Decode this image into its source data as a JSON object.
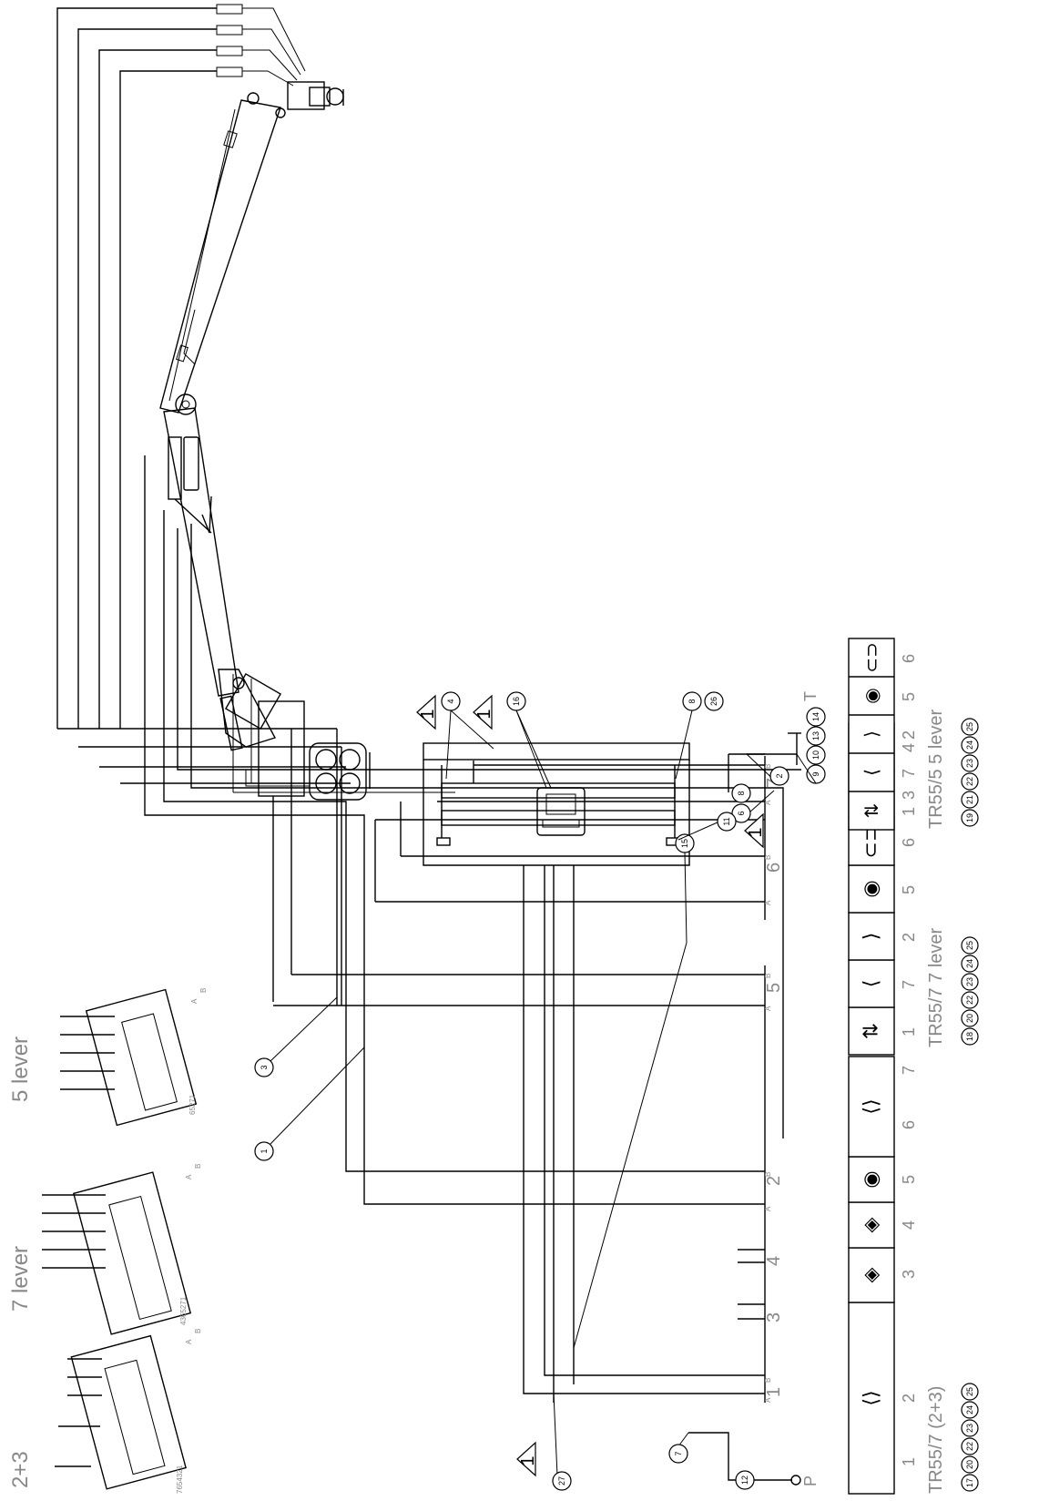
{
  "texts": {
    "lever_2_3": "2+3",
    "lever_7": "7 lever",
    "lever_5": "5 lever",
    "tr_2_3": "TR55/7 (2+3)",
    "tr_7": "TR55/7 7 lever",
    "tr_5": "TR55/5 5 lever",
    "port_p": "P",
    "port_t": "T",
    "valve_ports_2_3": "7654321",
    "valve_ports_7": "4365271",
    "valve_ports_5": "65271",
    "valve_a": "A",
    "valve_b": "B"
  },
  "section_numbers": [
    "1",
    "2",
    "3",
    "4",
    "5",
    "6",
    "7"
  ],
  "port_letters": {
    "a": "A",
    "b": "B"
  },
  "table_col_numbers": {
    "t1": [
      "1",
      "2",
      "3",
      "4",
      "5",
      "6",
      "7"
    ],
    "t2": [
      "1",
      "7",
      "2",
      "5",
      "6",
      "3",
      "4"
    ],
    "t3": [
      "1",
      "7",
      "2",
      "5",
      "6"
    ]
  },
  "balloons": {
    "b1": "1",
    "b3": "3",
    "b15": "15",
    "b2": "2",
    "b9": "9",
    "b10": "10",
    "b13": "13",
    "b14": "14",
    "b6": "6",
    "b8a": "8",
    "b8b": "8",
    "b26": "26",
    "b4": "4",
    "b16": "16",
    "b11": "11",
    "b7": "7",
    "b12": "12",
    "b27": "27",
    "t1_17": "17",
    "t1_20": "20",
    "t1_22": "22",
    "t1_23": "23",
    "t1_24": "24",
    "t1_25": "25",
    "t2_18": "18",
    "t2_20": "20",
    "t2_22": "22",
    "t2_23": "23",
    "t2_24": "24",
    "t2_25": "25",
    "t3_19": "19",
    "t3_21": "21",
    "t3_22": "22",
    "t3_23": "23",
    "t3_24": "24",
    "t3_25": "25"
  },
  "triangles": {
    "t_left": "1",
    "t_mid1": "1",
    "t_mid2": "1",
    "t_right": "1"
  },
  "icons": [
    "grapple-icon",
    "slewing-icon",
    "boom-icon",
    "rotator-icon",
    "extension-icon"
  ]
}
